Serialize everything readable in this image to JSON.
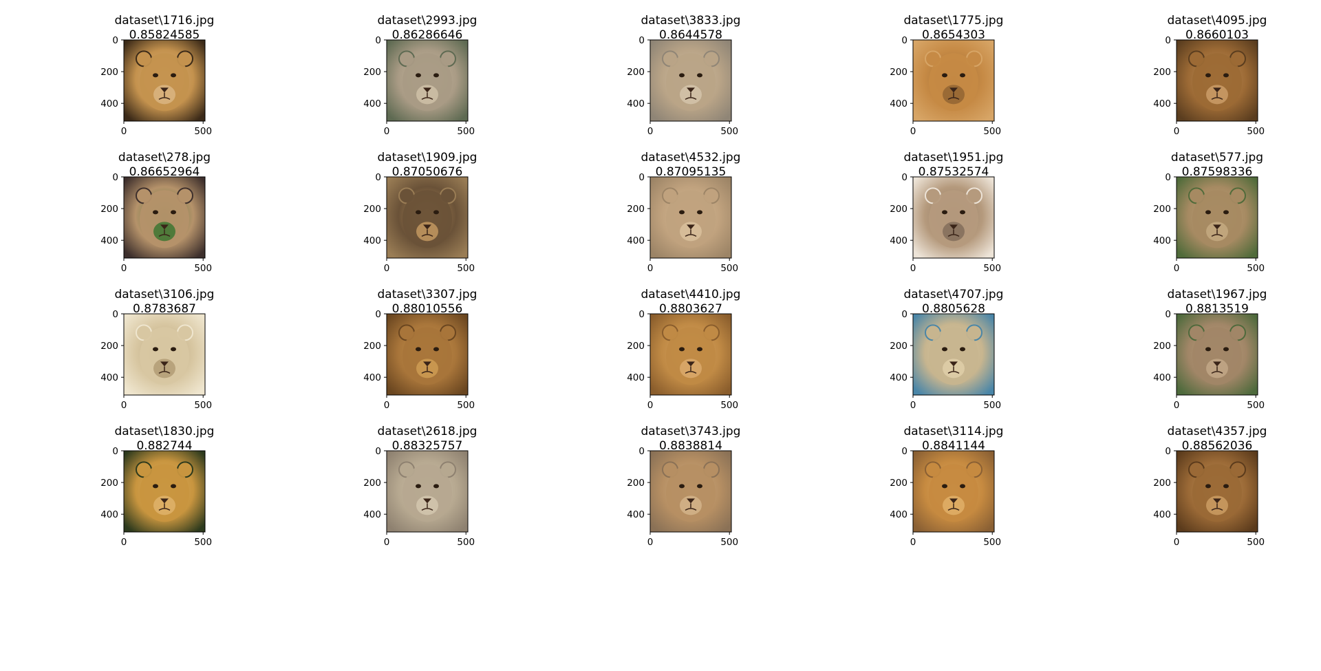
{
  "figure": {
    "axis_ticks": {
      "x": [
        "0",
        "500"
      ],
      "y": [
        "0",
        "200",
        "400"
      ]
    },
    "panels": [
      {
        "file": "dataset\\1716.jpg",
        "score": "0.85824585",
        "image": {
          "subject": "lion-cub-face",
          "colors": [
            "#c4924e",
            "#3b2a18",
            "#d7b07a"
          ]
        }
      },
      {
        "file": "dataset\\2993.jpg",
        "score": "0.86286646",
        "image": {
          "subject": "lion-cub-face",
          "colors": [
            "#a99b85",
            "#5e6a52",
            "#c9bba2"
          ]
        }
      },
      {
        "file": "dataset\\3833.jpg",
        "score": "0.8644578",
        "image": {
          "subject": "lion-cub-face",
          "colors": [
            "#b9a487",
            "#8f8576",
            "#d0bfa5"
          ]
        }
      },
      {
        "file": "dataset\\1775.jpg",
        "score": "0.8654303",
        "image": {
          "subject": "lion-cub-face",
          "colors": [
            "#c68a45",
            "#d7a566",
            "#9a6a35"
          ]
        }
      },
      {
        "file": "dataset\\4095.jpg",
        "score": "0.8660103",
        "image": {
          "subject": "lion-cub-face",
          "colors": [
            "#9c6a35",
            "#5a3d1f",
            "#c49560"
          ]
        }
      },
      {
        "file": "dataset\\278.jpg",
        "score": "0.86652964",
        "image": {
          "subject": "lion-cub-face",
          "colors": [
            "#b5926a",
            "#3d2f2c",
            "#4f7a3a"
          ]
        }
      },
      {
        "file": "dataset\\1909.jpg",
        "score": "0.87050676",
        "image": {
          "subject": "lion-cub-face",
          "colors": [
            "#6a5238",
            "#9a7d55",
            "#b58d5a"
          ]
        }
      },
      {
        "file": "dataset\\4532.jpg",
        "score": "0.87095135",
        "image": {
          "subject": "lion-cub-face",
          "colors": [
            "#c0a27e",
            "#9c8466",
            "#d6bc98"
          ]
        }
      },
      {
        "file": "dataset\\1951.jpg",
        "score": "0.87532574",
        "image": {
          "subject": "lion-cub-face",
          "colors": [
            "#b59a7d",
            "#ede4d8",
            "#8a7460"
          ]
        }
      },
      {
        "file": "dataset\\577.jpg",
        "score": "0.87598336",
        "image": {
          "subject": "lion-cub-face",
          "colors": [
            "#a68a62",
            "#506b3a",
            "#c0a57c"
          ]
        }
      },
      {
        "file": "dataset\\3106.jpg",
        "score": "0.8783687",
        "image": {
          "subject": "lion-cub-face",
          "colors": [
            "#d8c7a2",
            "#efe6cf",
            "#b8a37c"
          ]
        }
      },
      {
        "file": "dataset\\3307.jpg",
        "score": "0.88010556",
        "image": {
          "subject": "lion-cub-face",
          "colors": [
            "#a8753a",
            "#6a4620",
            "#c8964f"
          ]
        }
      },
      {
        "file": "dataset\\4410.jpg",
        "score": "0.8803627",
        "image": {
          "subject": "lion-cub-face",
          "colors": [
            "#c08a45",
            "#8a5d2c",
            "#d7a566"
          ]
        }
      },
      {
        "file": "dataset\\4707.jpg",
        "score": "0.8805628",
        "image": {
          "subject": "lion-cub-face",
          "colors": [
            "#c7b58f",
            "#4a86a8",
            "#dccba5"
          ]
        }
      },
      {
        "file": "dataset\\1967.jpg",
        "score": "0.8813519",
        "image": {
          "subject": "lion-cub-face",
          "colors": [
            "#a18667",
            "#4e6a3c",
            "#bda282"
          ]
        }
      },
      {
        "file": "dataset\\1830.jpg",
        "score": "0.882744",
        "image": {
          "subject": "lion-cub-face",
          "colors": [
            "#c8953f",
            "#2d3a1d",
            "#dcae64"
          ]
        }
      },
      {
        "file": "dataset\\2618.jpg",
        "score": "0.88325757",
        "image": {
          "subject": "lion-cub-face",
          "colors": [
            "#b6a890",
            "#8e8170",
            "#cfc2aa"
          ]
        }
      },
      {
        "file": "dataset\\3743.jpg",
        "score": "0.8838814",
        "image": {
          "subject": "lion-cub-face",
          "colors": [
            "#b68f63",
            "#8a7156",
            "#cfae84"
          ]
        }
      },
      {
        "file": "dataset\\3114.jpg",
        "score": "0.8841144",
        "image": {
          "subject": "lion-cub-face",
          "colors": [
            "#c68a40",
            "#8a6034",
            "#ddaa62"
          ]
        }
      },
      {
        "file": "dataset\\4357.jpg",
        "score": "0.88562036",
        "image": {
          "subject": "lion-cub-face",
          "colors": [
            "#9a6936",
            "#5b3b1c",
            "#c4955c"
          ]
        }
      }
    ]
  }
}
